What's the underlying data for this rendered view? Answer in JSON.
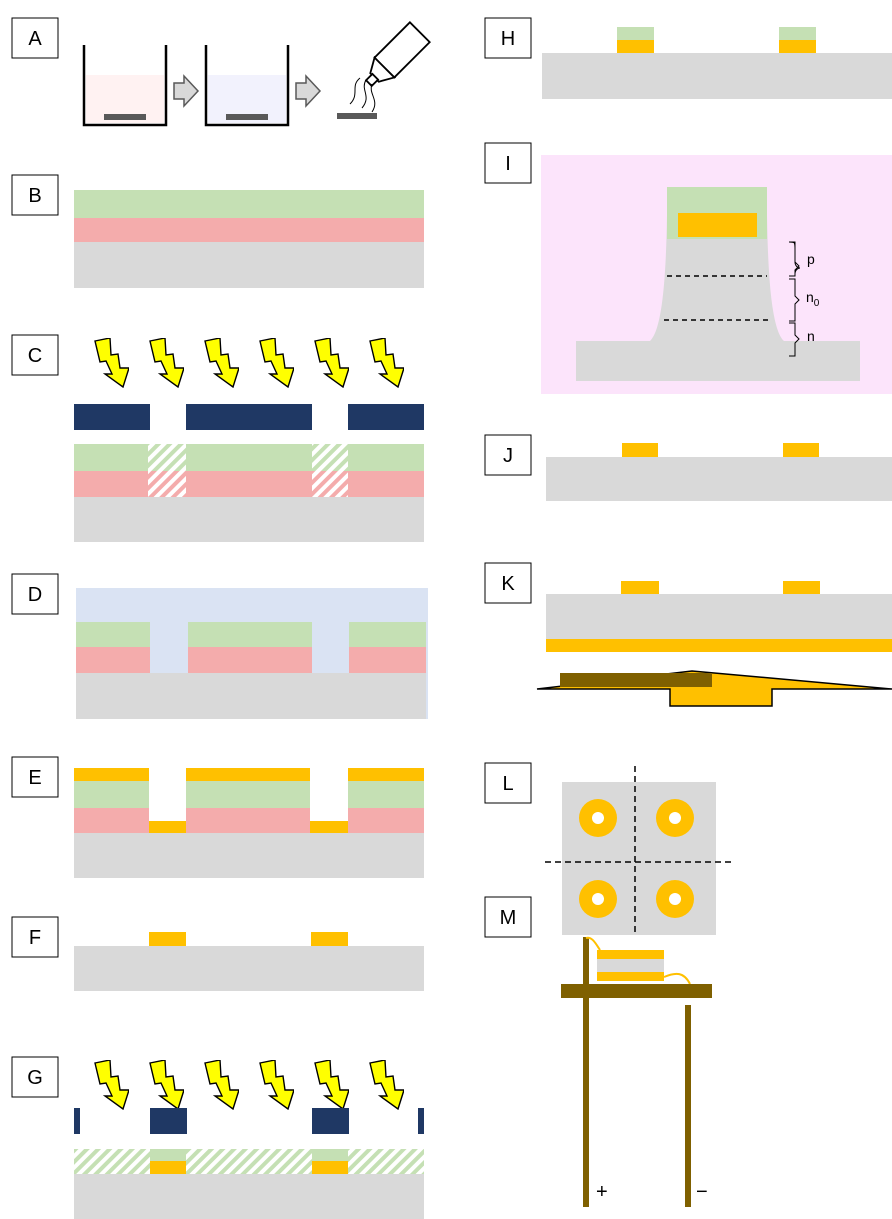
{
  "panels": {
    "A": "A",
    "B": "B",
    "C": "C",
    "D": "D",
    "E": "E",
    "F": "F",
    "G": "G",
    "H": "H",
    "I": "I",
    "J": "J",
    "K": "K",
    "L": "L",
    "M": "M"
  },
  "annotations": {
    "p": "p",
    "n0_base": "n",
    "n0_sub": "0",
    "n": "n"
  },
  "polarity": {
    "plus": "+",
    "minus": "−"
  },
  "colors": {
    "substrate": "#d9d9d9",
    "p_layer": "#f4acac",
    "green_layer": "#c5e0b4",
    "gold": "#ffc000",
    "mask": "#1f3864",
    "lightning": "#ffff00",
    "resist": "#dae3f3",
    "inset_bg": "#fce4fb",
    "stand": "#7f6000"
  }
}
